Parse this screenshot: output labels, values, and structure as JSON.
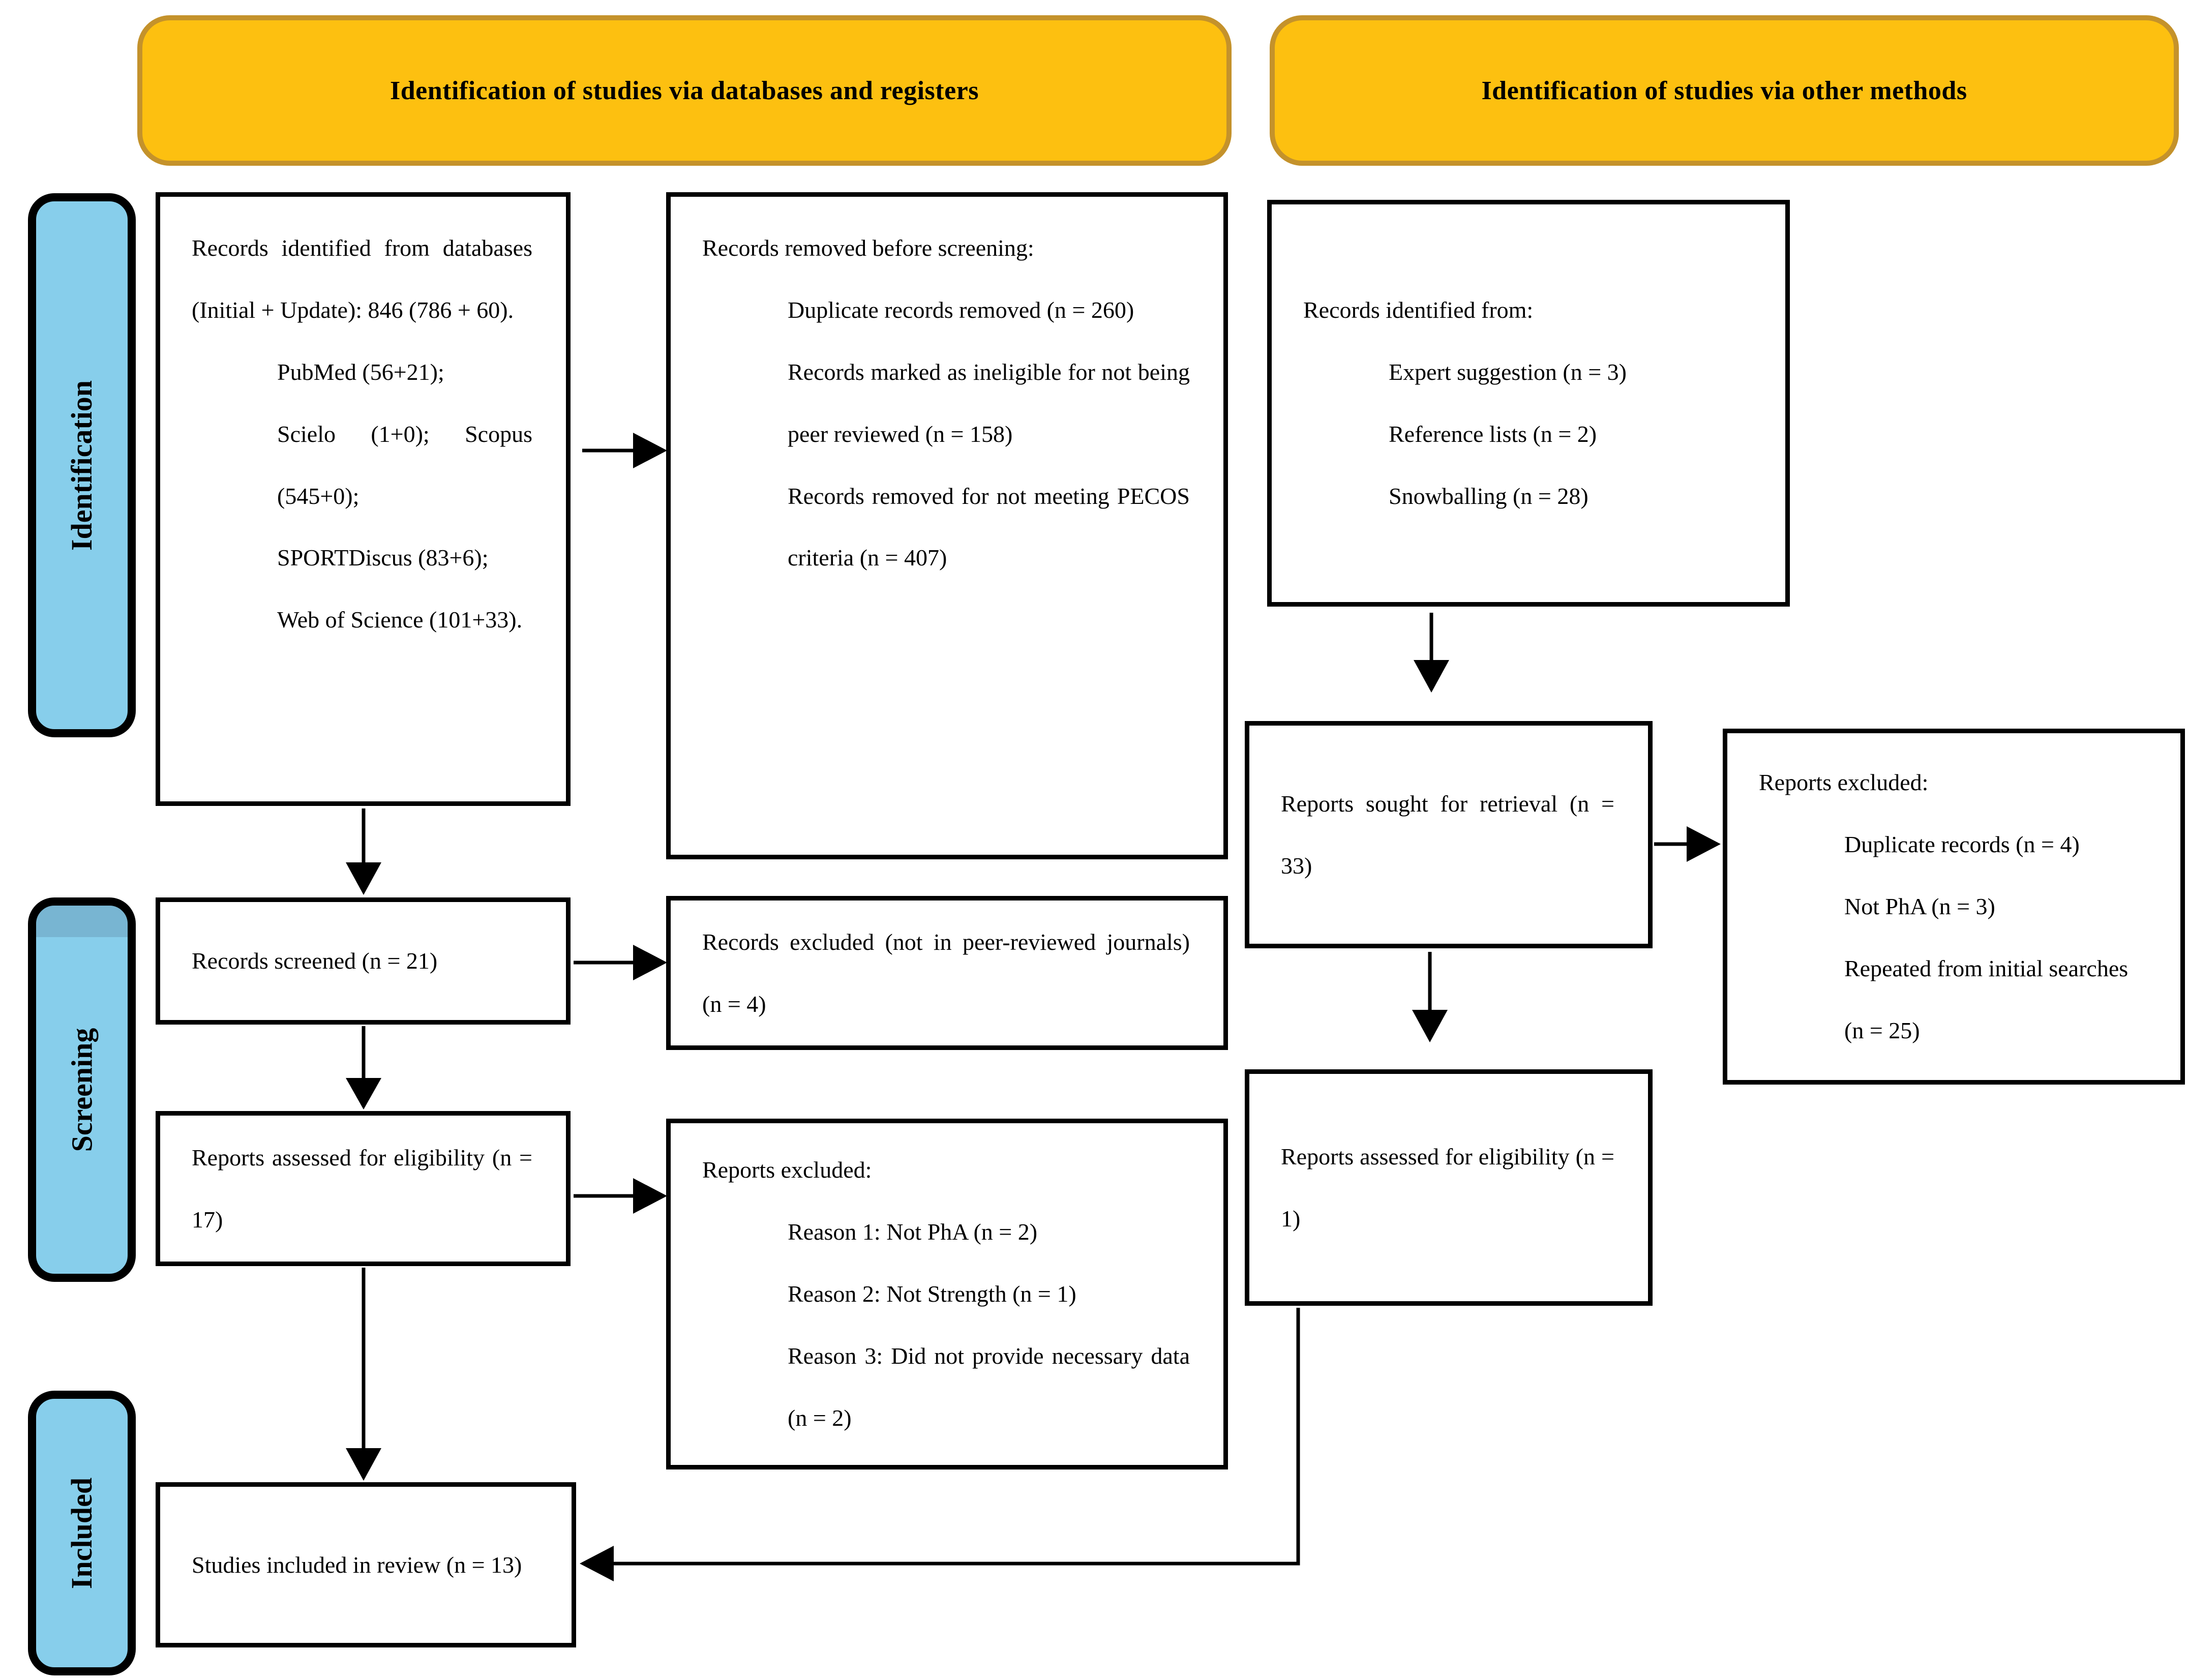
{
  "headers": {
    "databases": "Identification of studies via databases and registers",
    "other": "Identification of studies via other methods"
  },
  "stages": {
    "identification": "Identification",
    "screening": "Screening",
    "included": "Included"
  },
  "boxes": {
    "records_identified": {
      "intro": "Records identified from databases (Initial + Update): 846 (786 + 60).",
      "items": [
        "PubMed (56+21);",
        "Scielo (1+0); Scopus (545+0);",
        "SPORTDiscus (83+6);",
        "Web of Science (101+33)."
      ]
    },
    "records_removed": {
      "intro": "Records removed before screening:",
      "items": [
        "Duplicate records removed (n = 260)",
        "Records marked as ineligible for not being peer reviewed (n = 158)",
        "Records removed for not meeting PECOS criteria (n = 407)"
      ]
    },
    "records_other_methods": {
      "intro": "Records identified from:",
      "items": [
        "Expert suggestion (n = 3)",
        "Reference lists (n = 2)",
        "Snowballing (n = 28)"
      ]
    },
    "records_screened": {
      "text": "Records screened (n = 21)"
    },
    "records_excluded": {
      "text": "Records excluded (not in peer-reviewed journals) (n = 4)"
    },
    "reports_sought": {
      "text": "Reports sought for retrieval (n = 33)"
    },
    "reports_excluded_other": {
      "intro": "Reports excluded:",
      "items": [
        "Duplicate records (n = 4)",
        "Not PhA (n = 3)",
        "Repeated from initial searches (n = 25)"
      ]
    },
    "reports_assessed": {
      "text": "Reports assessed for eligibility (n = 17)"
    },
    "reports_excluded_reasons": {
      "intro": "Reports excluded:",
      "items": [
        "Reason 1: Not PhA (n = 2)",
        "Reason 2: Not Strength (n = 1)",
        "Reason 3: Did not provide necessary data (n = 2)"
      ]
    },
    "reports_assessed_other": {
      "text": "Reports assessed for eligibility (n = 1)"
    },
    "studies_included": {
      "text": "Studies included in review (n = 13)"
    }
  },
  "colors": {
    "banner_fill": "#FDC010",
    "banner_border": "#C4922B",
    "stage_fill": "#87CEEB",
    "line": "#000000"
  }
}
